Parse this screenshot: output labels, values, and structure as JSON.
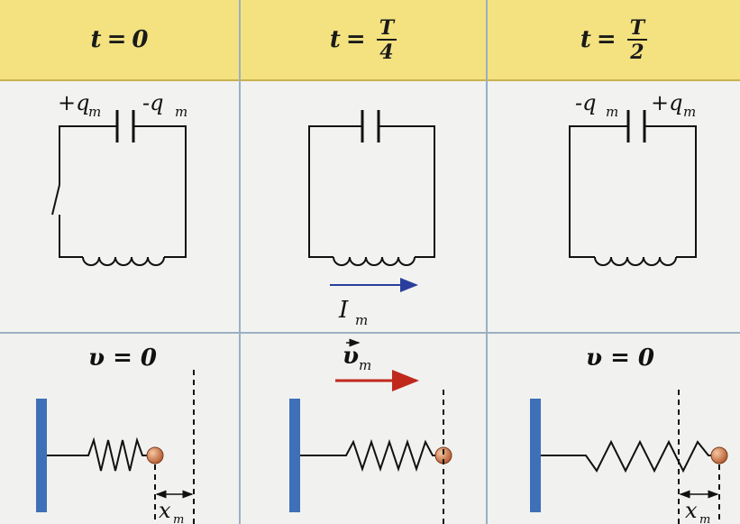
{
  "header": {
    "col1": {
      "var": "t",
      "eq": "=",
      "value": "0"
    },
    "col2": {
      "var": "t",
      "eq": "=",
      "num": "T",
      "den": "4"
    },
    "col3": {
      "var": "t",
      "eq": "=",
      "num": "T",
      "den": "2"
    }
  },
  "circuits": {
    "c1_left_charge": "+q",
    "c1_left_sub": "m",
    "c1_right_charge": "-q",
    "c1_right_sub": "m",
    "c2_current": "I",
    "c2_current_sub": "m",
    "c3_left_charge": "-q",
    "c3_left_sub": "m",
    "c3_right_charge": "+q",
    "c3_right_sub": "m"
  },
  "oscillators": {
    "o1_velocity": "υ = 0",
    "o2_velocity": "υ",
    "o2_velocity_sub": "m",
    "o3_velocity": "υ = 0",
    "o1_disp": "x",
    "o1_disp_sub": "m",
    "o3_disp": "x",
    "o3_disp_sub": "m"
  },
  "colors": {
    "header_bg": "#f3e27f",
    "grid_line": "#9ab0c4",
    "current_arrow": "#2a3f9c",
    "velocity_arrow": "#c0281c",
    "wall": "#3e70b8",
    "ball": "#c96a3a"
  }
}
